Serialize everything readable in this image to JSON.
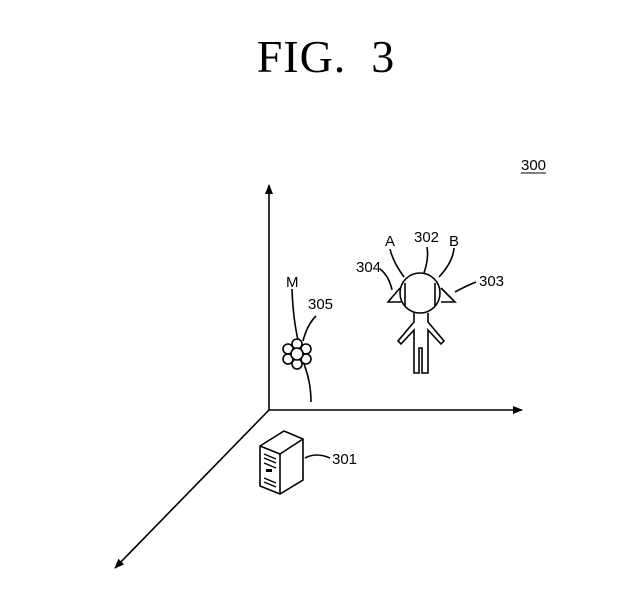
{
  "figure": {
    "title": "FIG.  3",
    "labels": {
      "system": "300",
      "server": "301",
      "head": "302",
      "right_speaker": "303",
      "left_speaker": "304",
      "source": "305",
      "left_ear": "A",
      "right_ear": "B",
      "source_marker": "M"
    }
  }
}
